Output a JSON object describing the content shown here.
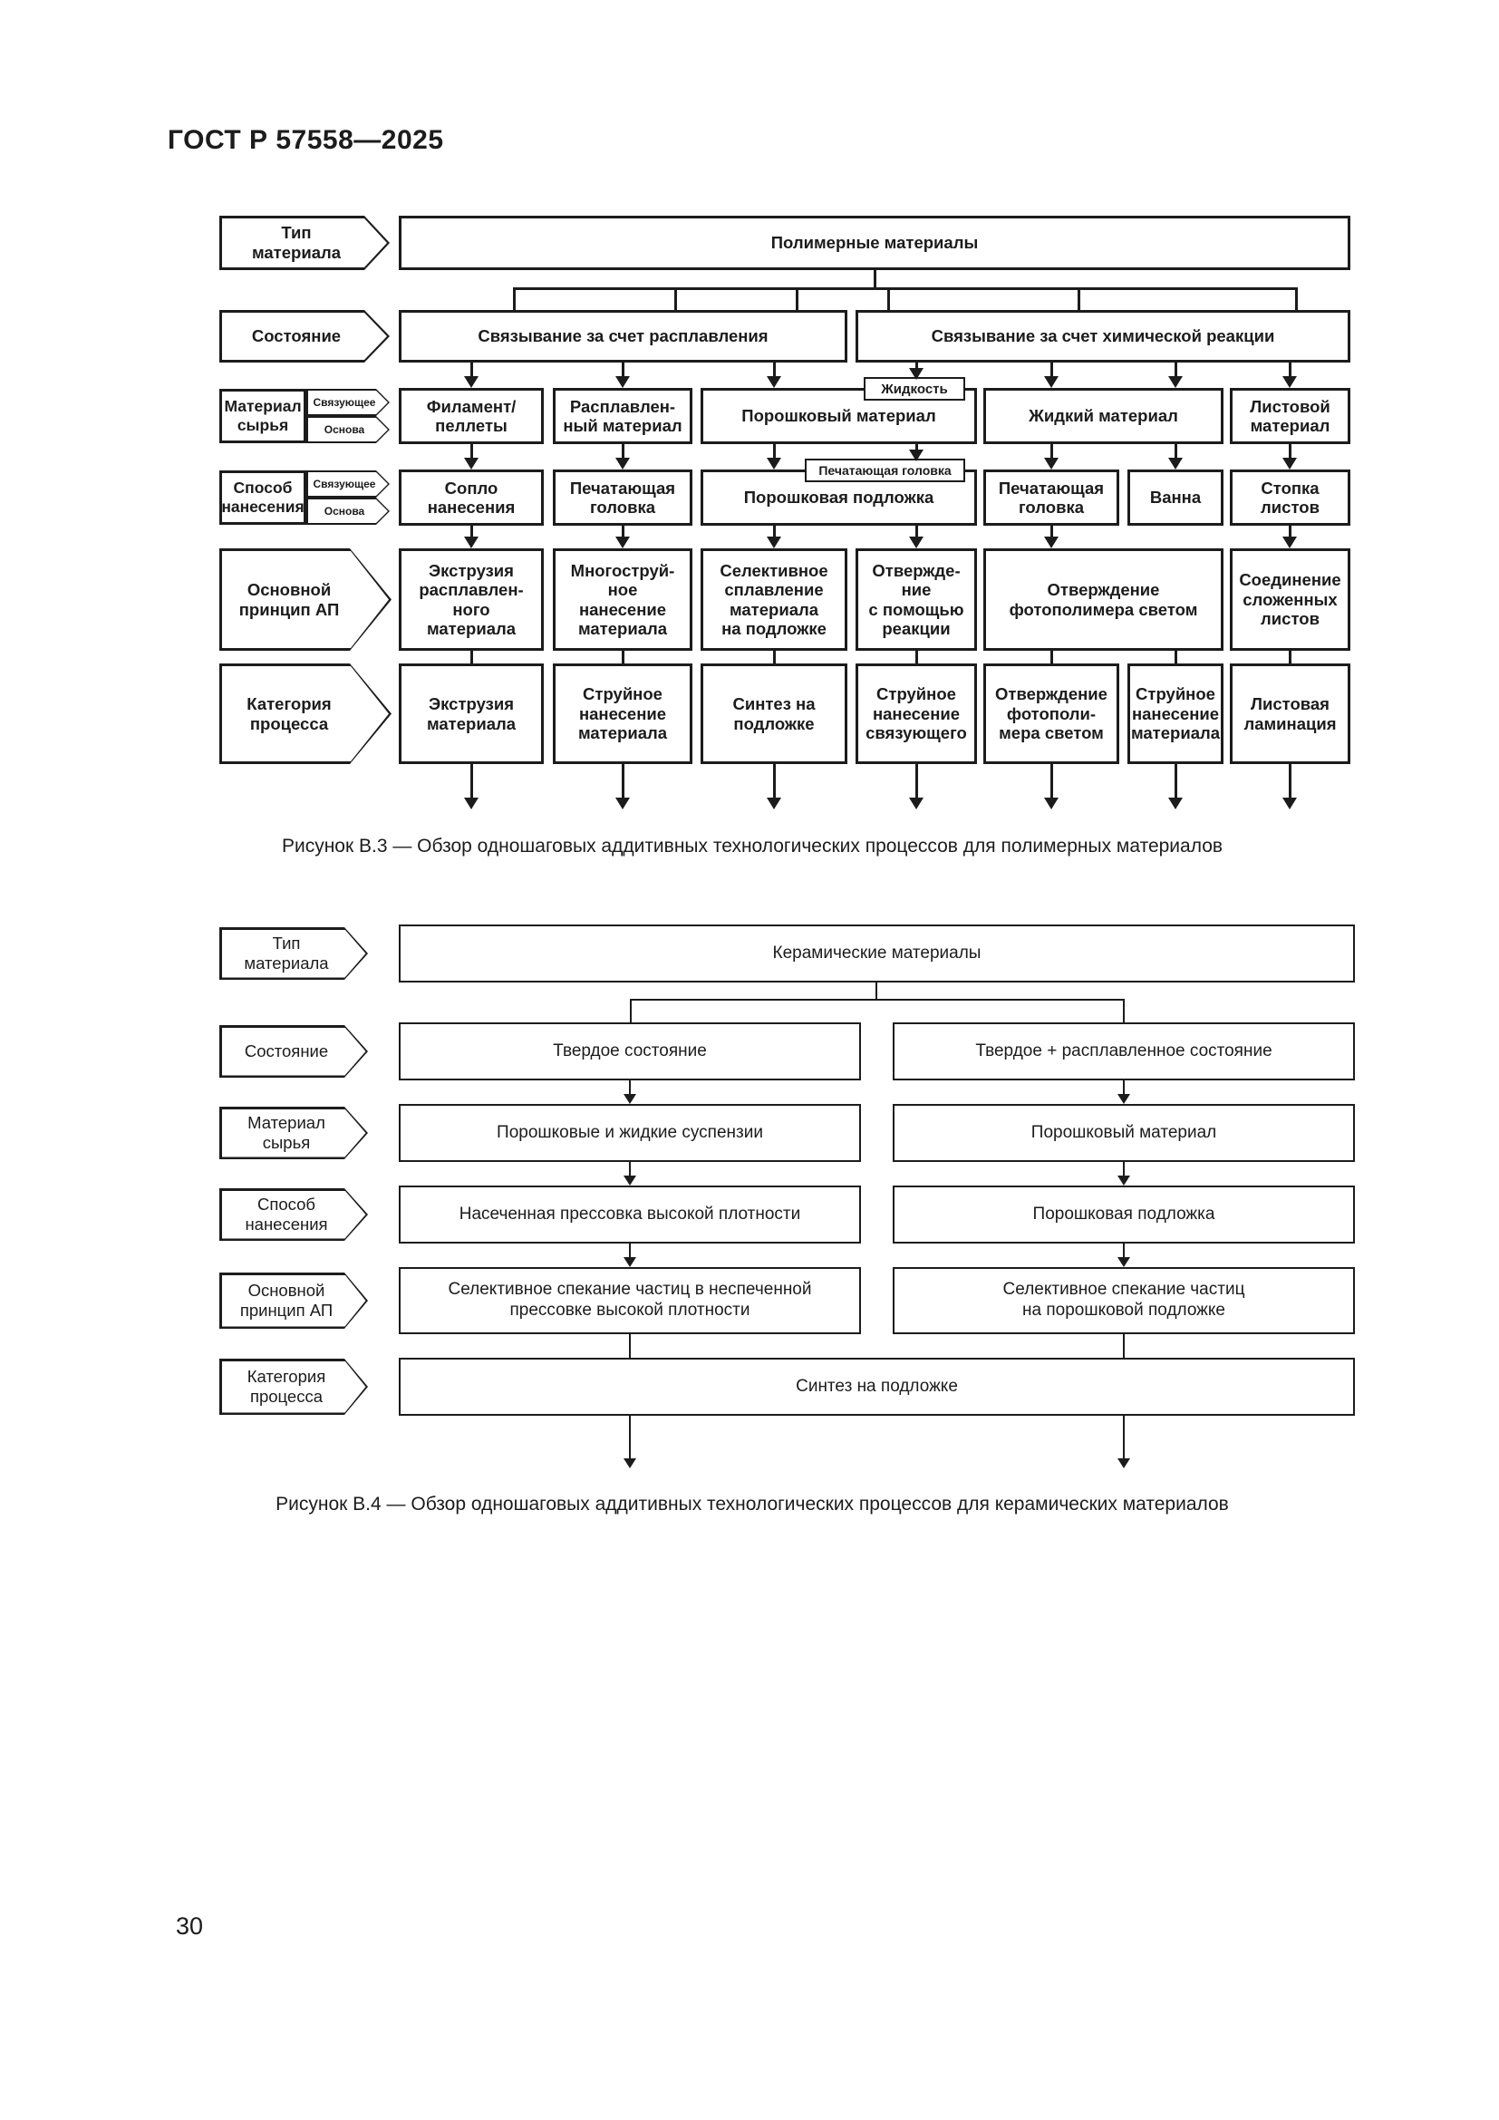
{
  "page": {
    "header": "ГОСТ Р 57558—2025",
    "page_number": "30"
  },
  "fig3": {
    "caption": "Рисунок В.3 — Обзор одношаговых аддитивных технологических процессов для полимерных материалов",
    "labels": {
      "tip": "Тип\nматериала",
      "sost": "Состояние",
      "mat": "Материал\nсырья",
      "svyaz": "Связующее",
      "osnova": "Основа",
      "sposob": "Способ\nнанесения",
      "princip": "Основной\nпринцип АП",
      "kat": "Категория\nпроцесса"
    },
    "rows": {
      "type": [
        "Полимерные материалы"
      ],
      "state": [
        "Связывание за счет расплавления",
        "Связывание за счет химической реакции"
      ],
      "feedstock": [
        "Филамент/\nпеллеты",
        "Расплавлен-\nный материал",
        "Порошковый материал",
        "Жидкий материал",
        "Листовой\nматериал"
      ],
      "feedstock_tags": [
        "Жидкость"
      ],
      "distribution": [
        "Сопло\nнанесения",
        "Печатающая\nголовка",
        "Порошковая подложка",
        "Печатающая\nголовка",
        "Ванна",
        "Стопка\nлистов"
      ],
      "distribution_tags": [
        "Печатающая головка"
      ],
      "principle": [
        "Экструзия\nрасплавлен-\nного\nматериала",
        "Многоструй-\nное\nнанесение\nматериала",
        "Селективное\nсплавление\nматериала\nна подложке",
        "Отвержде-\nние\nс помощью\nреакции",
        "Отверждение\nфотополимера светом",
        "Соединение\nсложенных\nлистов"
      ],
      "category": [
        "Экструзия\nматериала",
        "Струйное\nнанесение\nматериала",
        "Синтез на\nподложке",
        "Струйное\nнанесение\nсвязующего",
        "Отверждение\nфотополи-\nмера светом",
        "Струйное\nнанесение\nматериала",
        "Листовая\nламинация"
      ]
    }
  },
  "fig4": {
    "caption": "Рисунок В.4 — Обзор одношаговых аддитивных технологических процессов для керамических материалов",
    "labels": {
      "tip": "Тип\nматериала",
      "sost": "Состояние",
      "mat": "Материал\nсырья",
      "sposob": "Способ\nнанесения",
      "princip": "Основной\nпринцип АП",
      "kat": "Категория\nпроцесса"
    },
    "rows": {
      "type": [
        "Керамические материалы"
      ],
      "state": [
        "Твердое состояние",
        "Твердое + расплавленное состояние"
      ],
      "feedstock": [
        "Порошковые и жидкие суспензии",
        "Порошковый материал"
      ],
      "distribution": [
        "Насеченная прессовка высокой плотности",
        "Порошковая подложка"
      ],
      "principle": [
        "Селективное спекание частиц в неспеченной\nпрессовке высокой плотности",
        "Селективное спекание частиц\nна порошковой подложке"
      ],
      "category": [
        "Синтез на подложке"
      ]
    }
  }
}
